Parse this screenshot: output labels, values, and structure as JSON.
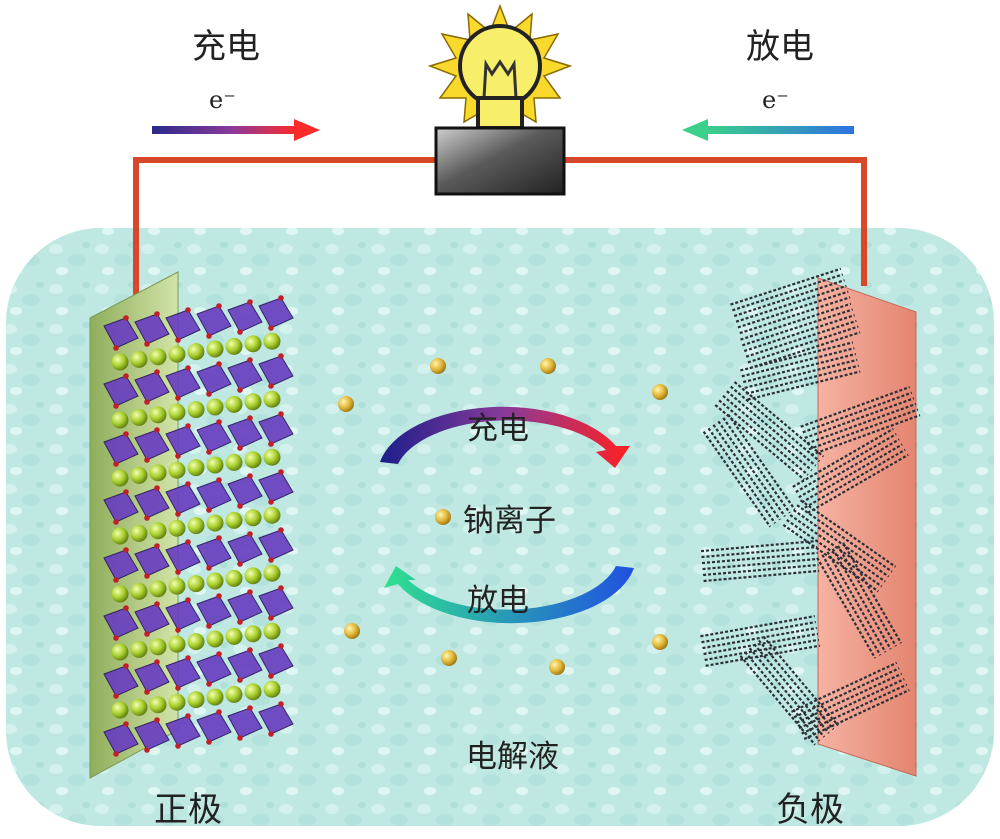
{
  "labels": {
    "charge_top": "充电",
    "discharge_top": "放电",
    "electron_left": "e⁻",
    "electron_right": "e⁻",
    "cycle_charge": "充电",
    "sodium_ion": "钠离子",
    "cycle_discharge": "放电",
    "electrolyte": "电解液",
    "cathode": "正极",
    "anode": "负极"
  },
  "colors": {
    "wire": "#d9472b",
    "electrolyte": "#bfe8e3",
    "cathode_plate": "#b9cf8f",
    "anode_plate": "#f0a090",
    "octahedra": "#6a3fc0",
    "sodium_ion": "#d9b33a",
    "graphene": "#2b2f36",
    "bulb": "#f7e84a"
  },
  "icons": {
    "bulb": "light-bulb-icon",
    "charge_arrow": "arrow-right-icon",
    "discharge_arrow": "arrow-left-icon"
  }
}
